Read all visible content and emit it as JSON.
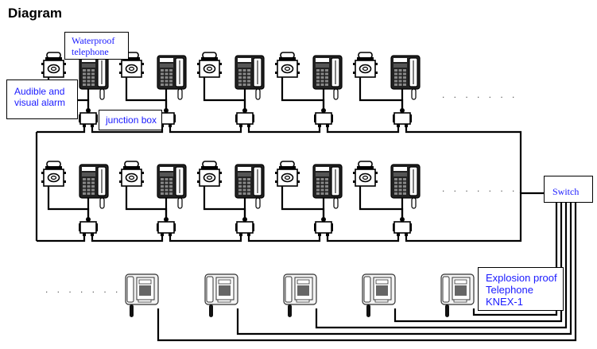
{
  "title": "Diagram",
  "labels": {
    "waterproof_telephone": [
      "Waterproof",
      "telephone"
    ],
    "audible_visual_alarm": [
      "Audible and",
      "visual alarm"
    ],
    "junction_box": "junction box",
    "switch": "Switch",
    "explosion_proof": [
      "Explosion proof",
      "Telephone",
      "KNEX-1"
    ]
  },
  "ellipsis": ". . . . . . .",
  "rows": [
    {
      "name": "top-row",
      "units": 5
    },
    {
      "name": "middle-row",
      "units": 5
    }
  ],
  "bottom_row": {
    "phones": 5
  },
  "colors": {
    "label_text": "#1a1aff",
    "line": "#000000"
  }
}
